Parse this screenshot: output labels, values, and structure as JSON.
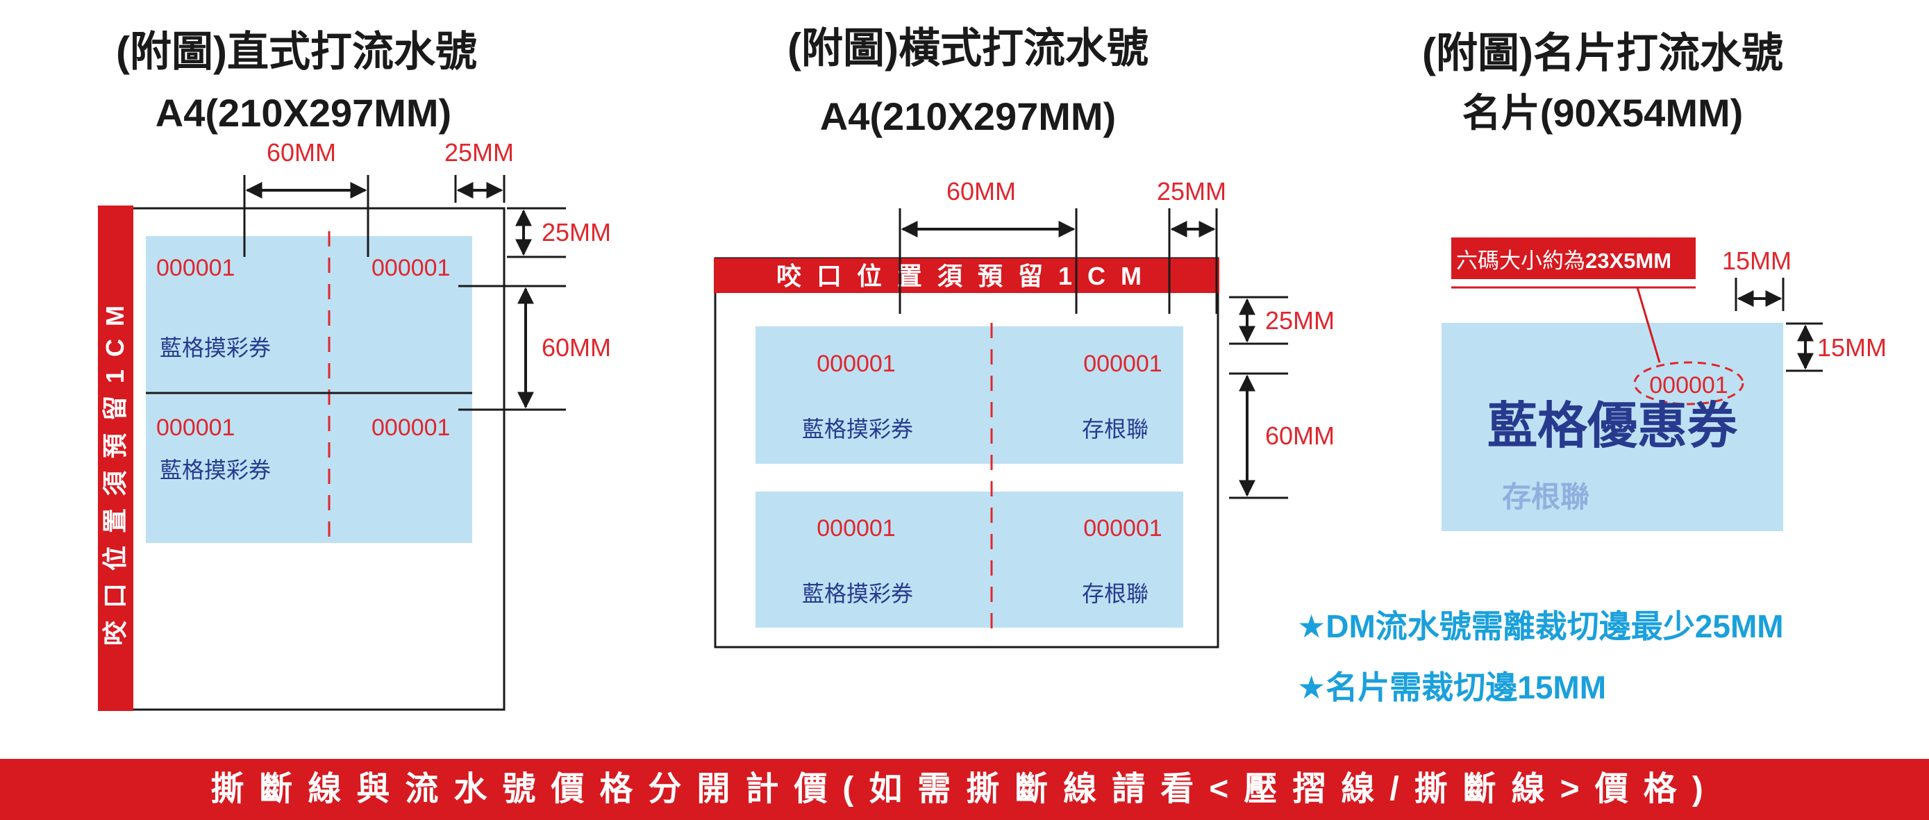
{
  "colors": {
    "red": "#d71920",
    "light_blue": "#bde1f3",
    "navy": "#283a8e",
    "cyan": "#1aa0dc",
    "serial_red": "#e0262d"
  },
  "portrait": {
    "title": "(附圖)直式打流水號",
    "size": "A4(210X297MM)",
    "dim_60": "60MM",
    "dim_25": "25MM",
    "dim_25_v": "25MM",
    "dim_60_v": "60MM",
    "bite_margin": "咬口位置須預留1CM",
    "cells": [
      {
        "serial": "000001",
        "label": "藍格摸彩券"
      },
      {
        "serial": "000001",
        "label": ""
      },
      {
        "serial": "000001",
        "label": "藍格摸彩券"
      },
      {
        "serial": "000001",
        "label": ""
      }
    ]
  },
  "landscape": {
    "title": "(附圖)橫式打流水號",
    "size": "A4(210X297MM)",
    "dim_60": "60MM",
    "dim_25": "25MM",
    "dim_25_v": "25MM",
    "dim_60_v": "60MM",
    "bite_margin": "咬口位置須預留1CM",
    "cells": [
      {
        "serial": "000001",
        "label": "藍格摸彩券"
      },
      {
        "serial": "000001",
        "label": "存根聯"
      },
      {
        "serial": "000001",
        "label": "藍格摸彩券"
      },
      {
        "serial": "000001",
        "label": "存根聯"
      }
    ]
  },
  "card": {
    "title": "(附圖)名片打流水號",
    "size": "名片(90X54MM)",
    "callout_prefix": "六碼大小約為",
    "callout_value": "23X5MM",
    "dim_15_h": "15MM",
    "dim_15_v": "15MM",
    "serial": "000001",
    "coupon": "藍格優惠券",
    "stub": "存根聯"
  },
  "notes": [
    "★DM流水號需離裁切邊最少25MM",
    "★名片需裁切邊15MM"
  ],
  "footer": "撕斷線與流水號價格分開計價(如需撕斷線請看<壓摺線/撕斷線>價格)"
}
